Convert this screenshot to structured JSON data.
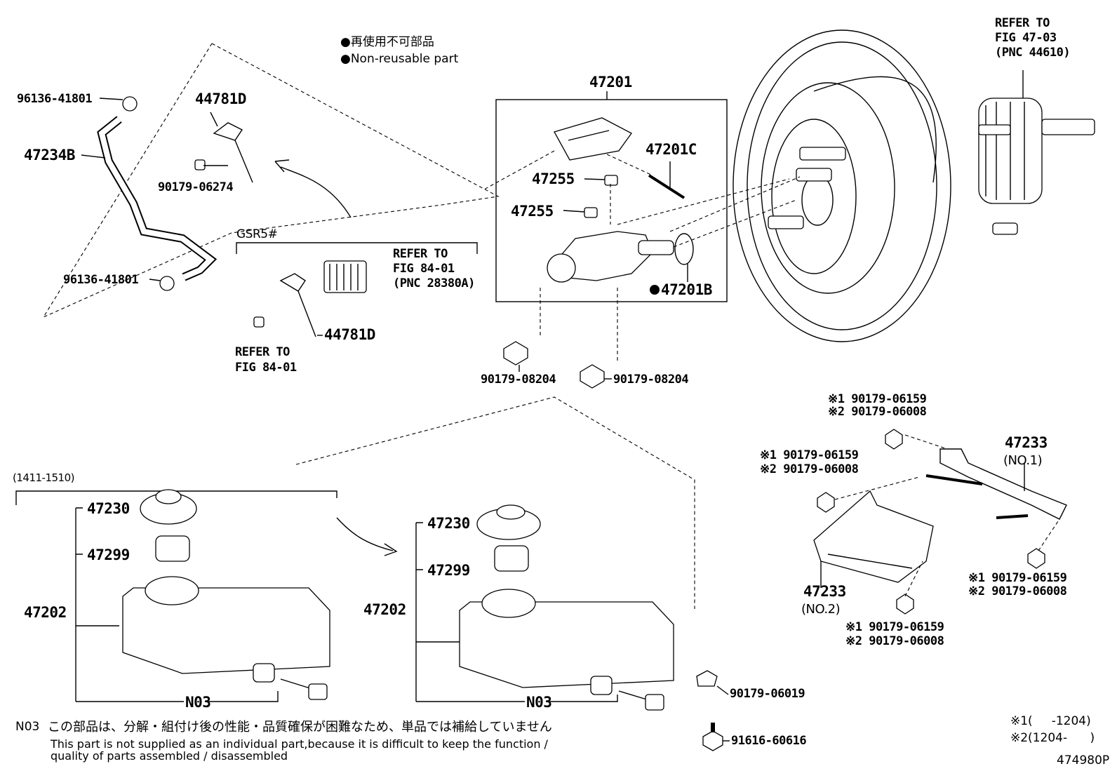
{
  "legend": {
    "non_reusable_jp": "再使用不可部品",
    "non_reusable_en": "Non-reusable part"
  },
  "variant": {
    "gsr5": "GSR5#",
    "period_1411_1510": "(1411-1510)"
  },
  "parts": {
    "p47201": "47201",
    "p47201C": "47201C",
    "p47255_a": "47255",
    "p47255_b": "47255",
    "p47201B": "47201B",
    "p44781D_top": "44781D",
    "p44781D_bottom": "44781D",
    "p90179_06274": "90179-06274",
    "p96136_41801_top": "96136-41801",
    "p96136_41801_bottom": "96136-41801",
    "p47234B": "47234B",
    "p90179_08204_left": "90179-08204",
    "p90179_08204_right": "90179-08204",
    "left_47230": "47230",
    "left_47299": "47299",
    "left_47202": "47202",
    "left_N03": "N03",
    "right_47230": "47230",
    "right_47299": "47299",
    "right_47202": "47202",
    "right_N03": "N03",
    "p90179_06019": "90179-06019",
    "p91616_60616": "91616-60616",
    "p47233_no1": "47233",
    "p47233_no1_sub": "(NO.1)",
    "p47233_no2": "47233",
    "p47233_no2_sub": "(NO.2)"
  },
  "refers": {
    "booster": [
      "REFER TO",
      "FIG 47-03",
      "(PNC 44610)"
    ],
    "sensor": [
      "REFER TO",
      "FIG 84-01",
      "(PNC 28380A)"
    ],
    "nut": [
      "REFER TO",
      "FIG 84-01"
    ]
  },
  "nuts": {
    "a1": "※1 90179-06159",
    "a2": "※2 90179-06008",
    "b1": "※1 90179-06159",
    "b2": "※2 90179-06008",
    "c1": "※1 90179-06159",
    "c2": "※2 90179-06008",
    "d1": "※1 90179-06159",
    "d2": "※2 90179-06008"
  },
  "footnote": {
    "code": "N03",
    "jp": "この部品は、分解・組付け後の性能・品質確保が困難なため、単品では補給していません",
    "en1": "This part is not supplied as an individual part,because it is difficult to keep the function /",
    "en2": "quality of parts assembled / disassembled"
  },
  "periods": {
    "s1": "※1(     -1204)",
    "s2": "※2(1204-      )"
  },
  "figure_id": "474980P"
}
